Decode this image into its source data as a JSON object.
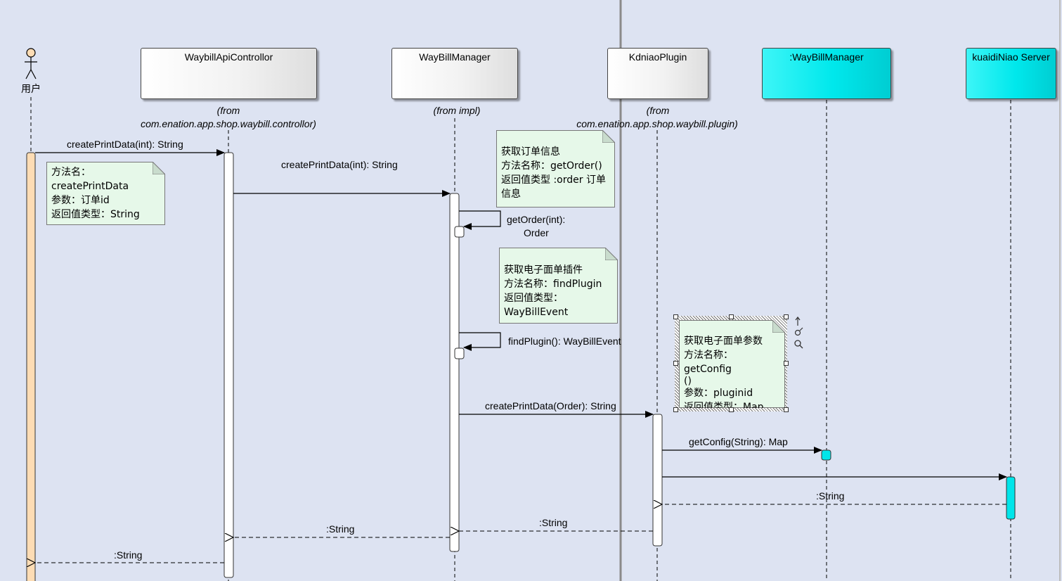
{
  "actor": {
    "label": "用户"
  },
  "lifelines": [
    {
      "name": "WaybillApiControllor",
      "from": "(from",
      "from2": "com.enation.app.shop.waybill.controllor)"
    },
    {
      "name": "WayBillManager",
      "from": "(from impl)"
    },
    {
      "name": "KdniaoPlugin",
      "from": "(from",
      "from2": "com.enation.app.shop.waybill.plugin)"
    },
    {
      "name": ":WayBillManager"
    },
    {
      "name": "kuaidiNiao Server"
    }
  ],
  "messages": {
    "m1": "createPrintData(int): String",
    "m2": "createPrintData(int): String",
    "m3a": "getOrder(int):",
    "m3b": "Order",
    "m4": "findPlugin(): WayBillEvent",
    "m5": "createPrintData(Order): String",
    "m6": "getConfig(String): Map",
    "r1": ":String",
    "r2": ":String",
    "r3": ":String",
    "r4": ":String"
  },
  "notes": {
    "n1": {
      "l1": "方法名：createPrintData",
      "l2": "参数：订单id",
      "l3": "返回值类型：String"
    },
    "n2": {
      "l1": "获取订单信息",
      "l2": "方法名称：getOrder()",
      "l3": "返回值类型 :order 订单",
      "l4": "信息"
    },
    "n3": {
      "l1": "获取电子面单插件",
      "l2": "方法名称：findPlugin",
      "l3": "返回值类型：",
      "l4": "WayBillEvent"
    },
    "n4": {
      "l1": "获取电子面单参数",
      "l2": "方法名称：getConfig",
      "l3": "()",
      "l4": "参数：pluginid",
      "l5": "返回值类型：Map"
    }
  },
  "colors": {
    "background": "#dde3f2",
    "actor_activation": "#fddcb4",
    "cyan": "#00e5ea",
    "note": "#e6f8e9"
  },
  "icons": [
    "actor-stick-figure-icon",
    "arrow-up-icon",
    "gender-link-icon",
    "magnifier-icon"
  ]
}
